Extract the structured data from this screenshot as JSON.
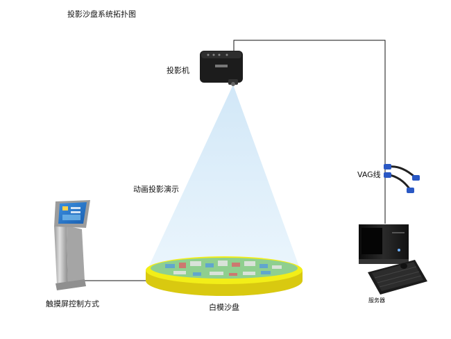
{
  "title": "投影沙盘系统拓扑图",
  "labels": {
    "projector": "投影机",
    "animation": "动画投影演示",
    "cable": "VAG线",
    "touchscreen": "触摸屏控制方式",
    "sandtable": "白模沙盘",
    "server": "服务器"
  },
  "colors": {
    "line": "#111111",
    "beam": "#cfe6f7",
    "table_top": "#f2ee18",
    "table_side": "#d8c710",
    "device_dark": "#1a1a1a",
    "kiosk_body": "#b8b8b8",
    "kiosk_screen": "#2a7fd4"
  }
}
